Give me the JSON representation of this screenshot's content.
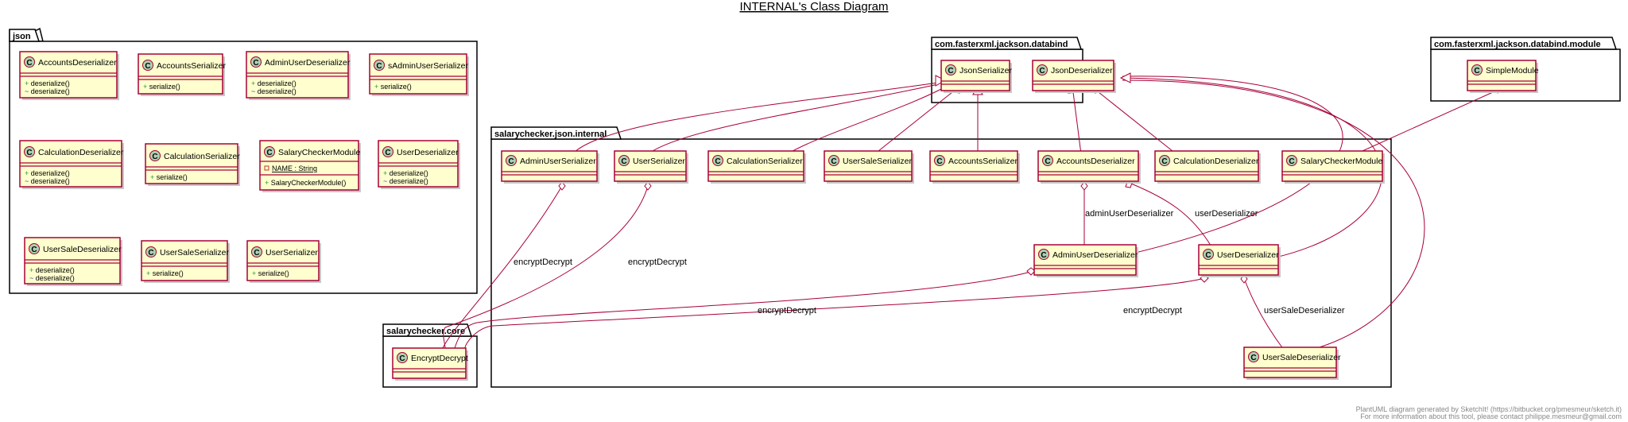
{
  "title": "INTERNAL's Class Diagram",
  "packages": {
    "json": "json",
    "databind": "com.fasterxml.jackson.databind",
    "module": "com.fasterxml.jackson.databind.module",
    "internal": "salarychecker.json.internal",
    "core": "salarychecker.core"
  },
  "json_classes": [
    {
      "name": "AccountsDeserializer",
      "members": [
        {
          "vis": "+",
          "text": "deserialize()"
        },
        {
          "vis": "~",
          "text": "deserialize()"
        }
      ]
    },
    {
      "name": "AccountsSerializer",
      "members": [
        {
          "vis": "+",
          "text": "serialize()"
        }
      ]
    },
    {
      "name": "AdminUserDeserializer",
      "members": [
        {
          "vis": "+",
          "text": "deserialize()"
        },
        {
          "vis": "~",
          "text": "deserialize()"
        }
      ]
    },
    {
      "name": "sAdminUserSerializer",
      "members": [
        {
          "vis": "+",
          "text": "serialize()"
        }
      ]
    },
    {
      "name": "CalculationDeserializer",
      "members": [
        {
          "vis": "+",
          "text": "deserialize()"
        },
        {
          "vis": "~",
          "text": "deserialize()"
        }
      ]
    },
    {
      "name": "CalculationSerializer",
      "members": [
        {
          "vis": "+",
          "text": "serialize()"
        }
      ]
    },
    {
      "name": "SalaryCheckerModule",
      "fields": [
        {
          "vis": "-",
          "text": "NAME : String"
        }
      ],
      "members": [
        {
          "vis": "+",
          "text": "SalaryCheckerModule()"
        }
      ]
    },
    {
      "name": "UserDeserializer",
      "members": [
        {
          "vis": "+",
          "text": "deserialize()"
        },
        {
          "vis": "~",
          "text": "deserialize()"
        }
      ]
    },
    {
      "name": "UserSaleDeserializer",
      "members": [
        {
          "vis": "+",
          "text": "deserialize()"
        },
        {
          "vis": "~",
          "text": "deserialize()"
        }
      ]
    },
    {
      "name": "UserSaleSerializer",
      "members": [
        {
          "vis": "+",
          "text": "serialize()"
        }
      ]
    },
    {
      "name": "UserSerializer",
      "members": [
        {
          "vis": "+",
          "text": "serialize()"
        }
      ]
    }
  ],
  "databind_classes": [
    "JsonSerializer",
    "JsonDeserializer"
  ],
  "module_classes": [
    "SimpleModule"
  ],
  "internal_classes": [
    "AdminUserSerializer",
    "UserSerializer",
    "CalculationSerializer",
    "UserSaleSerializer",
    "AccountsSerializer",
    "AccountsDeserializer",
    "CalculationDeserializer",
    "SalaryCheckerModule",
    "AdminUserDeserializer",
    "UserDeserializer",
    "UserSaleDeserializer"
  ],
  "core_classes": [
    "EncryptDecrypt"
  ],
  "relation_labels": {
    "encrypt1": "encryptDecrypt",
    "encrypt2": "encryptDecrypt",
    "encrypt3": "encryptDecrypt",
    "encrypt4": "encryptDecrypt",
    "admin_user_deser": "adminUserDeserializer",
    "user_deser": "userDeserializer",
    "user_sale_deser": "userSaleDeserializer"
  },
  "footer": [
    "PlantUML diagram generated by SketchIt! (https://bitbucket.org/pmesmeur/sketch.it)",
    "For more information about this tool, please contact philippe.mesmeur@gmail.com"
  ],
  "colors": {
    "class_fill": "#FEFECE",
    "class_border": "#A80036",
    "icon_fill": "#ADD1B2",
    "relation": "#A80036"
  }
}
